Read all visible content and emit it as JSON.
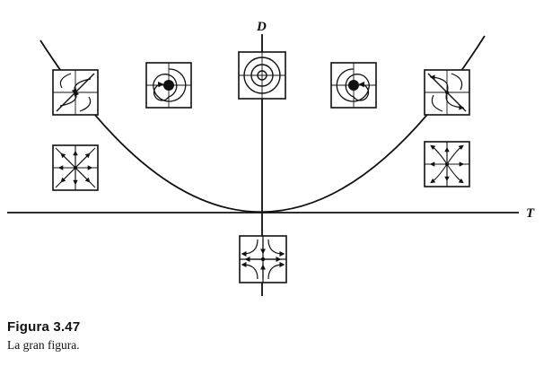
{
  "figure": {
    "axis_d_label": "D",
    "axis_t_label": "T",
    "diagram_icons": [
      "saddle-node-left-icon",
      "spiral-sink-left-icon",
      "center-icon",
      "spiral-sink-right-icon",
      "saddle-node-right-icon",
      "star-node-left-icon",
      "star-node-right-icon",
      "saddle-icon"
    ]
  },
  "caption": {
    "number": "Figura 3.47",
    "text": "La gran figura."
  }
}
